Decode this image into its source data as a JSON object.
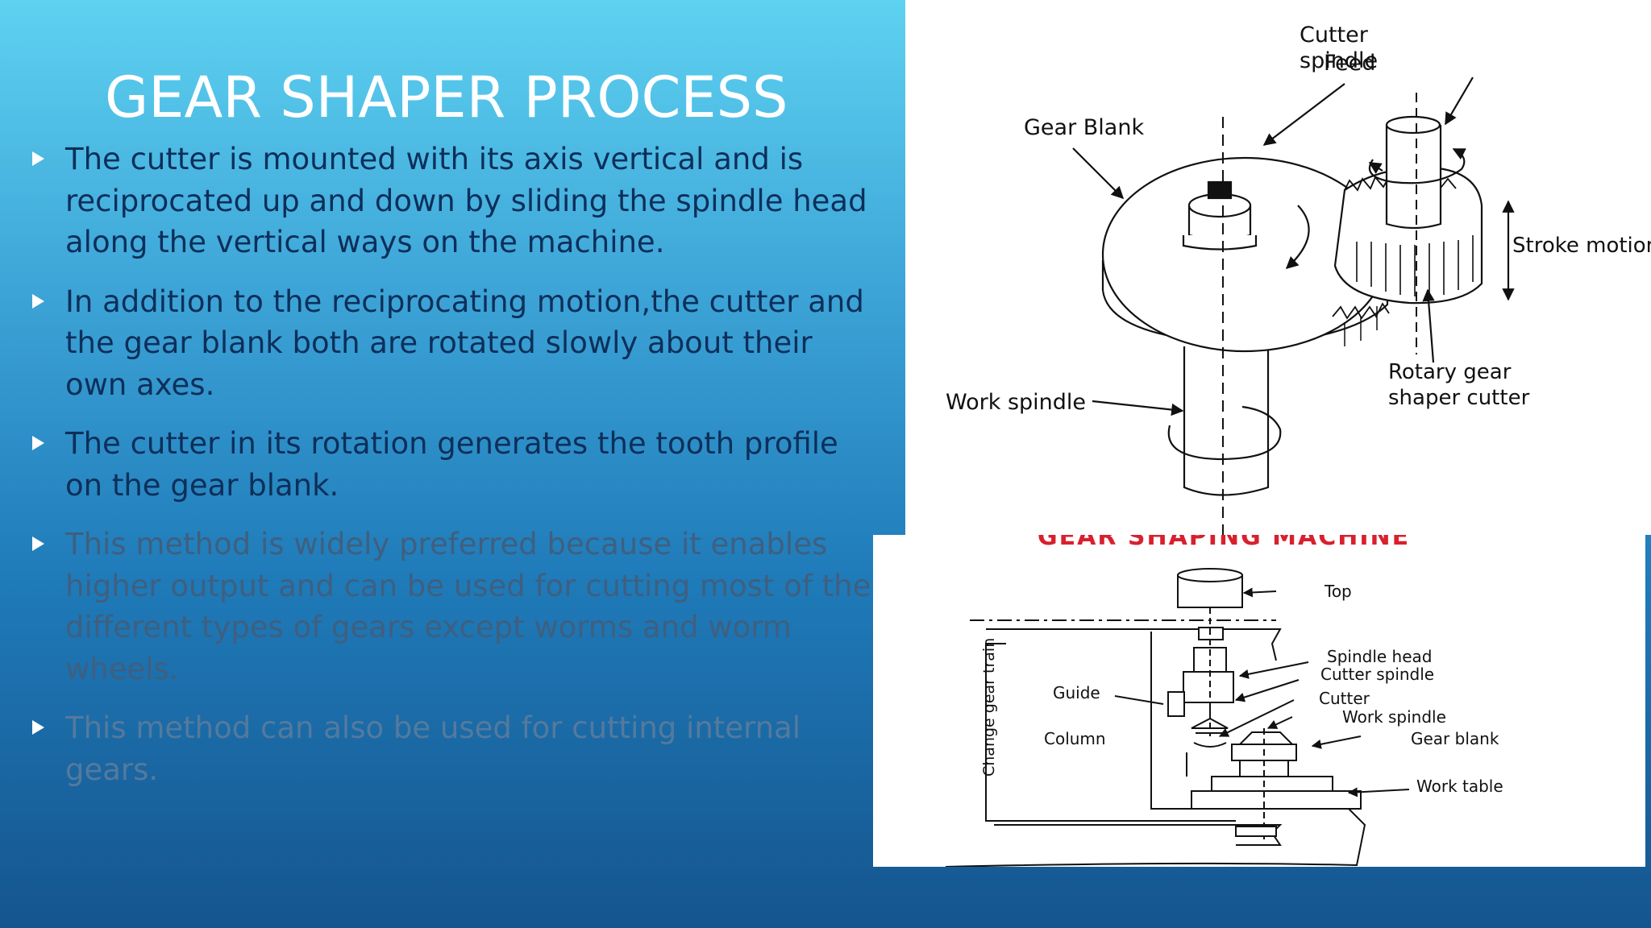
{
  "slide": {
    "title": "GEAR SHAPER PROCESS",
    "bullets": [
      {
        "line1": "The cutter is mounted with its axis vertical and is",
        "line2": "reciprocated up and down by sliding the spindle head",
        "line3": "along the vertical ways on the machine."
      },
      {
        "line1": "In addition to the reciprocating motion,the cutter and",
        "line2": "the gear blank both are rotated slowly about their",
        "line3": "own axes."
      },
      {
        "line1": "The cutter in its rotation generates the tooth profile",
        "line2": "on the gear blank."
      },
      {
        "line1": "This method is widely preferred because it enables",
        "line2": "higher output and can be used for cutting most of the",
        "line3": "different types of gears except worms and worm",
        "line4": "wheels."
      },
      {
        "line1": "This method can also be used for cutting internal",
        "line2": "gears."
      }
    ]
  },
  "figure_top": {
    "labels": {
      "cutter1": "Cutter",
      "cutter2": "spindle",
      "feed": "Feed",
      "gear_blank": "Gear Blank",
      "stroke": "Stroke motion",
      "rotary1": "Rotary gear",
      "rotary2": "shaper cutter",
      "work_spindle": "Work spindle"
    }
  },
  "figure_bottom": {
    "title": "GEAR SHAPING MACHINE",
    "labels": {
      "top": "Top",
      "spindle_head": "Spindle head",
      "cutter_spindle": "Cutter spindle",
      "cutter": "Cutter",
      "work_spindle": "Work spindle",
      "gear_blank": "Gear blank",
      "work_table": "Work table",
      "guide": "Guide",
      "column": "Column",
      "change_gear_train": "Change gear train"
    },
    "colors": {
      "title": "#d8202e"
    }
  }
}
